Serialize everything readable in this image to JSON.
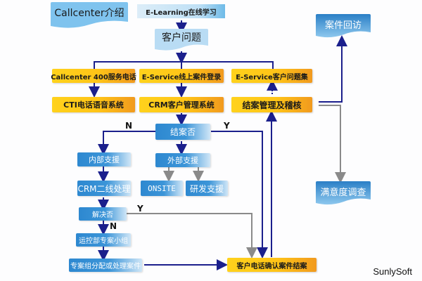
{
  "diagram": {
    "header": {
      "intro": "Callcenter介绍",
      "elearning": "E-Learning在线学习",
      "customer_issue": "客户问题"
    },
    "channels": [
      {
        "label": "Callcenter  400服务电话",
        "system": "CTI电话语音系统"
      },
      {
        "label": "E-Service线上案件登录",
        "system": "CRM客户管理系统"
      },
      {
        "label": "E-Service客户问题集",
        "system": "结案管理及稽核"
      }
    ],
    "decision_close": "结案否",
    "internal_support": "内部支援",
    "crm_second_line": "CRM二线处理",
    "decision_resolved": "解决否",
    "ops_project_team": "运控部专案小组",
    "project_team_assign": "专案组分配或处理案件",
    "external_support": "外部支援",
    "onsite": "ONSITE",
    "rd_support": "研发支援",
    "customer_confirm": "客户电话确认案件结案",
    "case_followup": "案件回访",
    "satisfaction_survey": "满意度调查",
    "labels": {
      "n1": "N",
      "y1": "Y",
      "y2": "Y",
      "n2": "N"
    },
    "footer": "SunlySoft"
  },
  "colors": {
    "line_blue": "#1b1f8c",
    "line_gray": "#8a8a8a",
    "yellow": "#ffc417",
    "blue": "#2d88d0"
  }
}
